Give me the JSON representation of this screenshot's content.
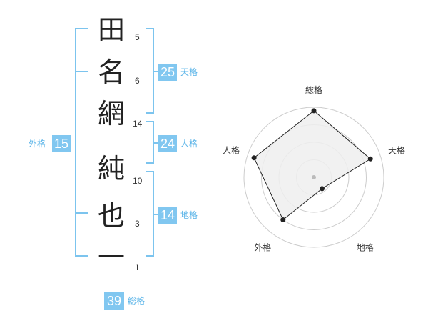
{
  "name": {
    "characters": [
      {
        "char": "田",
        "strokes": "5"
      },
      {
        "char": "名",
        "strokes": "6"
      },
      {
        "char": "網",
        "strokes": "14"
      },
      {
        "char": "純",
        "strokes": "10"
      },
      {
        "char": "也",
        "strokes": "3"
      },
      {
        "char": "一",
        "strokes": "1"
      }
    ]
  },
  "kaku": {
    "tenkaku": {
      "value": "25",
      "label": "天格"
    },
    "jinkaku": {
      "value": "24",
      "label": "人格"
    },
    "chikaku": {
      "value": "14",
      "label": "地格"
    },
    "gaikaku": {
      "value": "15",
      "label": "外格"
    },
    "soukaku": {
      "value": "39",
      "label": "総格"
    }
  },
  "chart_data": {
    "type": "radar",
    "axes": [
      "総格",
      "天格",
      "地格",
      "外格",
      "人格"
    ],
    "values": [
      0.95,
      0.85,
      0.2,
      0.75,
      0.9
    ],
    "rings": 4,
    "colors": {
      "fill": "#efefef",
      "line": "#222222",
      "grid": "#cccccc",
      "center": "#bbbbbb"
    }
  },
  "colors": {
    "accent": "#81c7f0",
    "bracket": "#7cc4ee"
  }
}
